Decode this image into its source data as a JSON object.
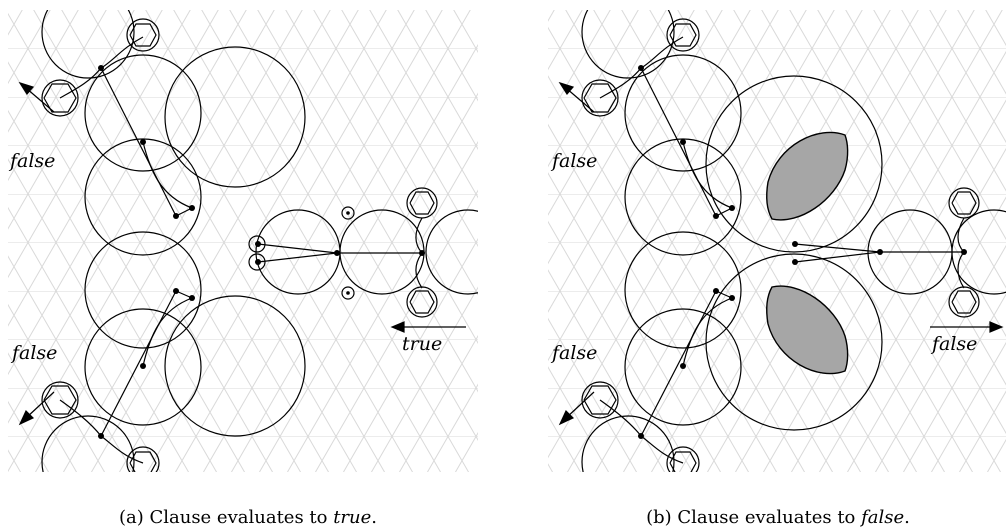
{
  "panels": [
    {
      "caption_prefix": "(a) Clause evaluates to ",
      "caption_value": "true",
      "caption_suffix": ".",
      "left_top_label": "false",
      "left_bottom_label": "false",
      "right_label": "true"
    },
    {
      "caption_prefix": "(b) Clause evaluates to ",
      "caption_value": "false",
      "caption_suffix": ".",
      "left_top_label": "false",
      "left_bottom_label": "false",
      "right_label": "false"
    }
  ],
  "colors": {
    "grid_line": "#d9d9d9",
    "stroke": "#000000",
    "shaded_lens": "#a6a6a6"
  }
}
